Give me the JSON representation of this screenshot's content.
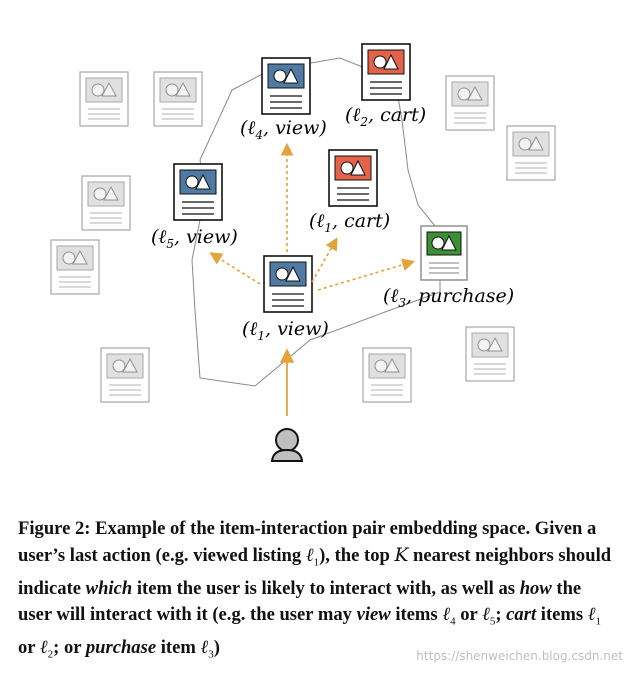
{
  "figure": {
    "labels": {
      "l4_view": {
        "ell": "ℓ",
        "sub": "4",
        "action": "view"
      },
      "l2_cart": {
        "ell": "ℓ",
        "sub": "2",
        "action": "cart"
      },
      "l1_cart": {
        "ell": "ℓ",
        "sub": "1",
        "action": "cart"
      },
      "l5_view": {
        "ell": "ℓ",
        "sub": "5",
        "action": "view"
      },
      "l3_purchase": {
        "ell": "ℓ",
        "sub": "3",
        "action": "purchase"
      },
      "l1_view": {
        "ell": "ℓ",
        "sub": "1",
        "action": "view"
      }
    },
    "colors": {
      "view": "#4f7aa3",
      "cart": "#e2634a",
      "purchase": "#3d8f34",
      "arrow": "#e3a23a",
      "boundary": "#8a8a8a",
      "faded_doc": "#a7a7a7"
    }
  },
  "caption": {
    "p1": "Figure 2: Example of the item-interaction pair embedding space. Given a user’s last action (e.g. viewed listing ",
    "l1": "ℓ",
    "l1_sub": "1",
    "p2": "), the top ",
    "K": "K",
    "p3": " nearest neighbors should indicate ",
    "which": "which",
    "p4": " item the user is likely to interact with, as well as ",
    "how": "how",
    "p5": " the user will interact with it (e.g. the user may ",
    "view": "view",
    "p6": " items ",
    "l4": "ℓ",
    "l4_sub": "4",
    "p7": " or ",
    "l5": "ℓ",
    "l5_sub": "5",
    "p8": "; ",
    "cart": "cart",
    "p9": " items ",
    "l1b": "ℓ",
    "l1b_sub": "1",
    "p10": " or ",
    "l2": "ℓ",
    "l2_sub": "2",
    "p11": "; or ",
    "purchase": "purchase",
    "p12": " item ",
    "l3": "ℓ",
    "l3_sub": "3",
    "p13": ")"
  },
  "watermark": "https://shenweichen.blog.csdn.net"
}
